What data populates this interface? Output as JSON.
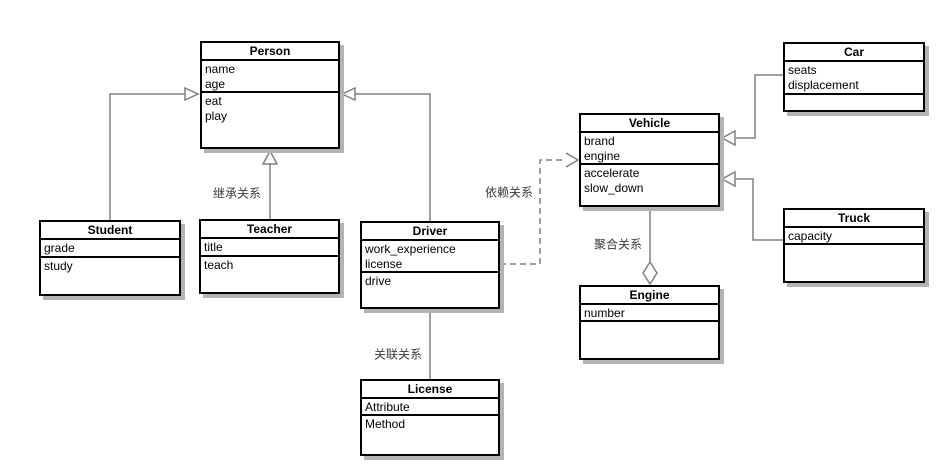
{
  "diagram": {
    "type": "uml-class-diagram",
    "classes": {
      "person": {
        "title": "Person",
        "attributes": [
          "name",
          "age"
        ],
        "methods": [
          "eat",
          "play"
        ]
      },
      "student": {
        "title": "Student",
        "attributes": [
          "grade"
        ],
        "methods": [
          "study"
        ]
      },
      "teacher": {
        "title": "Teacher",
        "attributes": [
          "title"
        ],
        "methods": [
          "teach"
        ]
      },
      "driver": {
        "title": "Driver",
        "attributes": [
          "work_experience",
          "license"
        ],
        "methods": [
          "drive"
        ]
      },
      "license": {
        "title": "License",
        "attributes": [
          "Attribute"
        ],
        "methods": [
          "Method"
        ]
      },
      "vehicle": {
        "title": "Vehicle",
        "attributes": [
          "brand",
          "engine"
        ],
        "methods": [
          "accelerate",
          "slow_down"
        ]
      },
      "engine": {
        "title": "Engine",
        "attributes": [
          "number"
        ],
        "methods": []
      },
      "car": {
        "title": "Car",
        "attributes": [
          "seats",
          "displacement"
        ],
        "methods": []
      },
      "truck": {
        "title": "Truck",
        "attributes": [
          "capacity"
        ],
        "methods": []
      }
    },
    "edge_labels": {
      "inheritance": "继承关系",
      "dependency": "依赖关系",
      "association": "关联关系",
      "aggregation": "聚合关系"
    },
    "edges": [
      {
        "from": "Student",
        "to": "Person",
        "type": "inheritance"
      },
      {
        "from": "Teacher",
        "to": "Person",
        "type": "inheritance"
      },
      {
        "from": "Driver",
        "to": "Person",
        "type": "inheritance"
      },
      {
        "from": "Driver",
        "to": "Vehicle",
        "type": "dependency"
      },
      {
        "from": "Driver",
        "to": "License",
        "type": "association"
      },
      {
        "from": "Engine",
        "to": "Vehicle",
        "type": "aggregation"
      },
      {
        "from": "Car",
        "to": "Vehicle",
        "type": "inheritance"
      },
      {
        "from": "Truck",
        "to": "Vehicle",
        "type": "inheritance"
      }
    ],
    "colors": {
      "background": "#ffffff",
      "box_border": "#000000",
      "box_fill": "#ffffff",
      "shadow": "#b3b3b3",
      "line": "#808080",
      "label_text": "#3a3a3a"
    }
  }
}
